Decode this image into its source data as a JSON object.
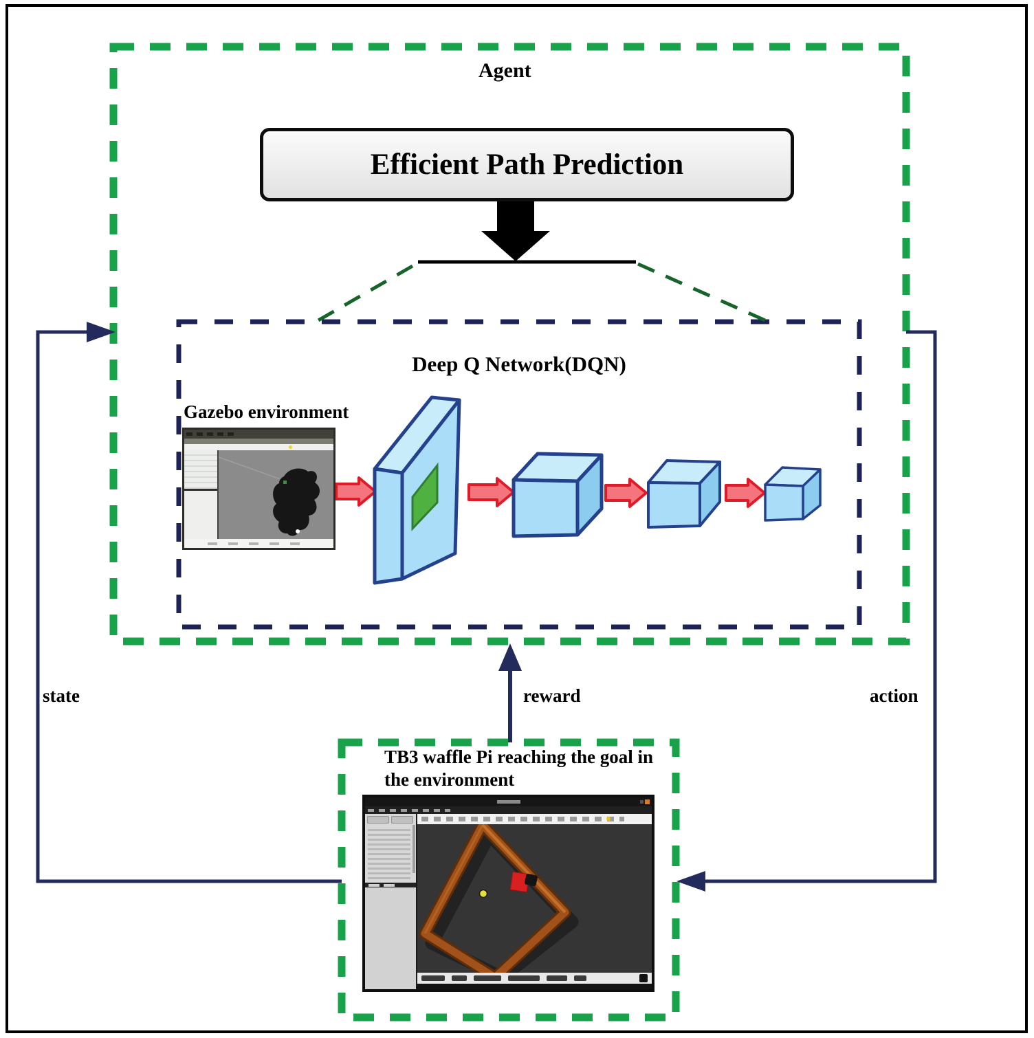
{
  "figure": {
    "agent_label": "Agent",
    "epp_label": "Efficient Path Prediction",
    "dqn_title": "Deep Q Network(DQN)",
    "gazebo_window_label": "Gazebo environment",
    "env_label_line1": "TB3 waffle Pi reaching the goal in",
    "env_label_line2": "the environment",
    "state_label": "state",
    "reward_label": "reward",
    "action_label": "action"
  },
  "colors": {
    "agent_box_dash": "#18a34b",
    "dqn_box_dash": "#1d2356",
    "env_box_dash": "#18a34b",
    "flow_arrow_navy": "#232a5c",
    "connector_dash_green": "#17642b",
    "cnn_block_fill": "#a9ddf8",
    "cnn_block_top": "#c9ecfb",
    "cnn_block_side": "#8ccdef",
    "cnn_block_stroke": "#24418d",
    "feature_map_green": "#4fb13f",
    "conv_arrow_fill": "#f4757d",
    "conv_arrow_stroke": "#e01b28",
    "wood_frame": "#a0521a",
    "obstacle_red": "#d92020",
    "goal_yellow": "#e6df36"
  }
}
